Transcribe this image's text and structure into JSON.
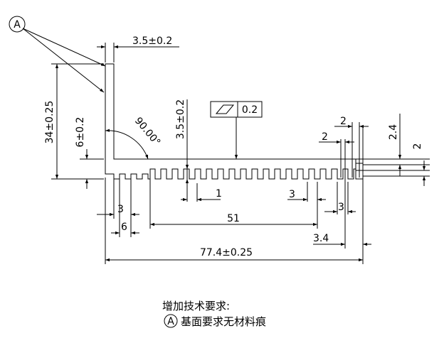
{
  "callout": {
    "label": "A"
  },
  "dimensions": {
    "top_thickness": "3.5±0.2",
    "total_height": "34±0.25",
    "base_thickness": "6±0.2",
    "fin_height": "3.5±0.2",
    "angle": "90.00°",
    "right_top_2": "2",
    "right_mid_2": "2",
    "right_vert_2_4": "2.4",
    "right_vert_2": "2",
    "slot_1": "1",
    "slot_3_left": "3",
    "slot_6": "6",
    "slot_3_mid": "3",
    "slot_3_right": "3",
    "span_51": "51",
    "right_3_4": "3.4",
    "overall_width": "77.4±0.25"
  },
  "flatness_tolerance": {
    "value": "0.2"
  },
  "notes": {
    "title": "增加技术要求:",
    "line1_text": "基面要求无材料痕",
    "line1_marker": "A"
  },
  "colors": {
    "stroke": "#000000",
    "background": "#ffffff"
  }
}
